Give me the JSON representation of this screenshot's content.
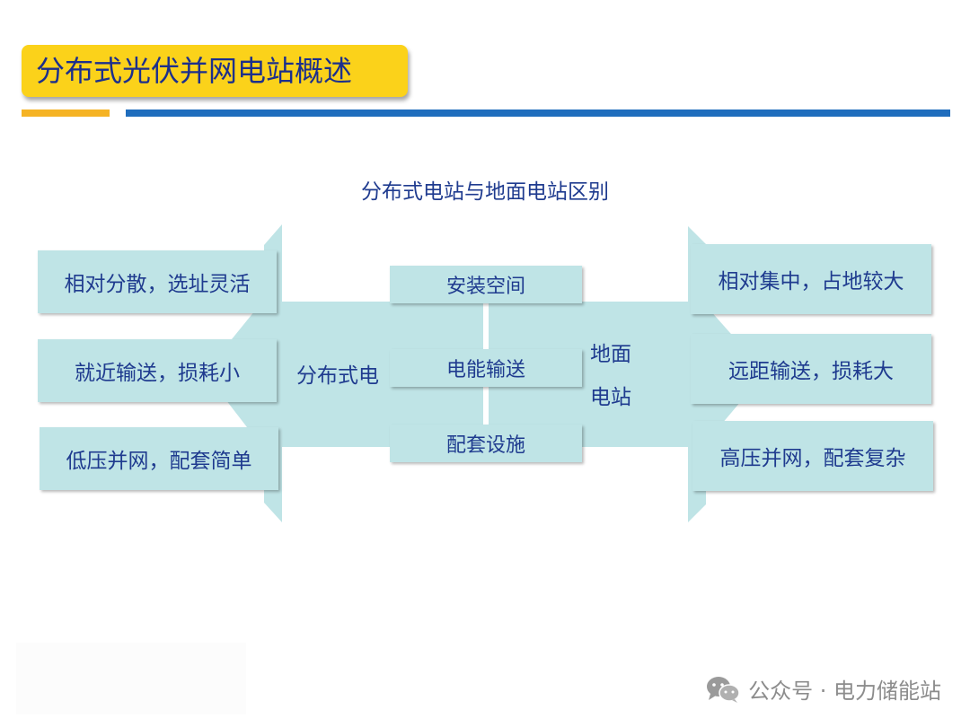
{
  "header": {
    "title": "分布式光伏并网电站概述"
  },
  "diagram": {
    "title": "分布式电站与地面电站区别",
    "left_hub": "分布式电",
    "right_hub_line1": "地面",
    "right_hub_line2": "电站",
    "left_items": [
      "相对分散，选址灵活",
      "就近输送，损耗小",
      "低压并网，配套简单"
    ],
    "center_items": [
      "安装空间",
      "电能输送",
      "配套设施"
    ],
    "right_items": [
      "相对集中，占地较大",
      "远距输送，损耗大",
      "高压并网，配套复杂"
    ]
  },
  "footer": {
    "text": "公众号 · 电力储能站"
  },
  "colors": {
    "accent_yellow": "#fbd21a",
    "bar_orange": "#f5b324",
    "bar_blue": "#1f6dbd",
    "shape_fill": "#bfe4e6",
    "text_navy": "#1f3b8f"
  }
}
